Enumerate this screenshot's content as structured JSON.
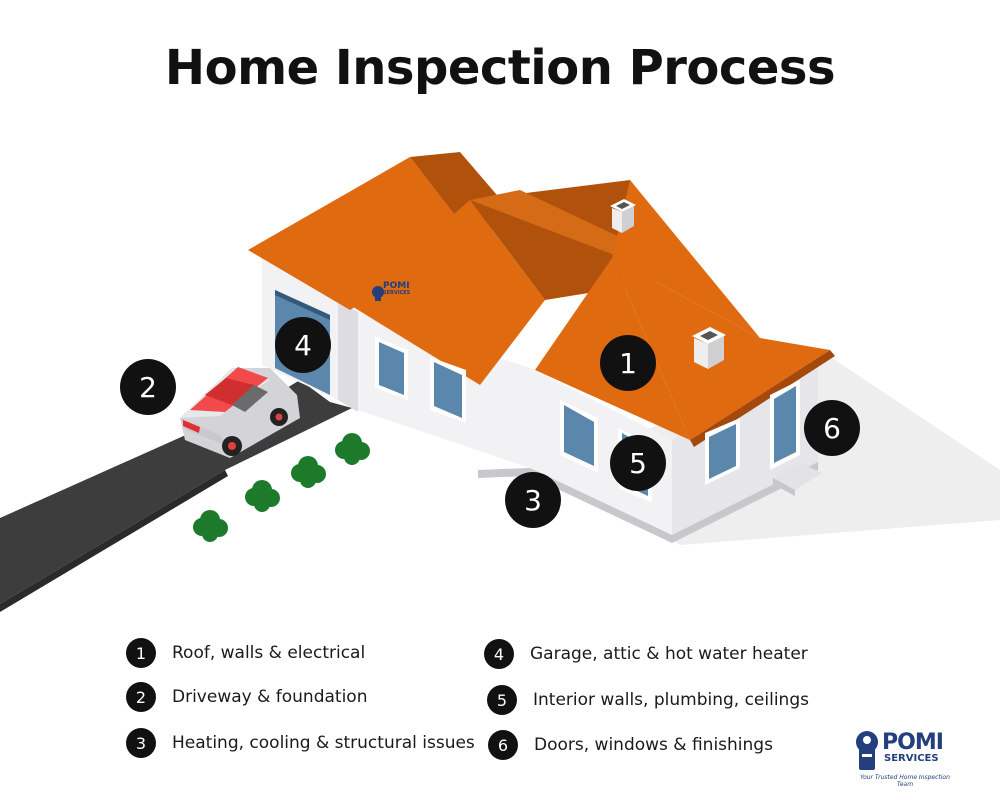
{
  "title": "Home Inspection Process",
  "markers": [
    {
      "num": "1",
      "label": "Roof, walls & electrical"
    },
    {
      "num": "2",
      "label": "Driveway & foundation"
    },
    {
      "num": "3",
      "label": "Heating, cooling & structural issues"
    },
    {
      "num": "4",
      "label": "Garage, attic & hot water heater"
    },
    {
      "num": "5",
      "label": "Interior walls, plumbing, ceilings"
    },
    {
      "num": "6",
      "label": "Doors, windows & finishings"
    }
  ],
  "brand": {
    "name": "POMI",
    "sub": "SERVICES",
    "tagline": "Your Trusted Home Inspection Team"
  },
  "colors": {
    "roof": "#e06a10",
    "roof_shadow": "#b1520c",
    "wall": "#f2f2f4",
    "wall_shade": "#dcdce2",
    "window": "#5b87ad",
    "driveway": "#3d3d3d",
    "marker": "#111111",
    "brand": "#233f7e"
  },
  "icons": [
    "pomi-logo-icon",
    "car-icon",
    "shrub-icon",
    "chimney-icon"
  ]
}
